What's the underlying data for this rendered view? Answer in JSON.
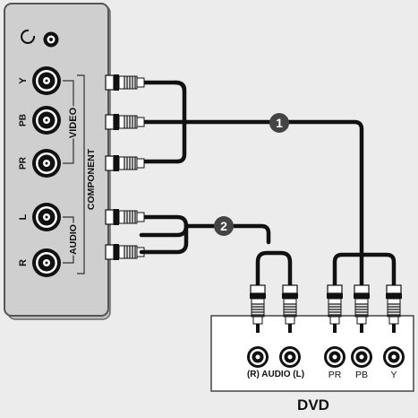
{
  "tv_panel": {
    "jack_labels": [
      "Y",
      "PB",
      "PR",
      "L",
      "R"
    ],
    "group_labels": {
      "video": "VIDEO",
      "component": "COMPONENT",
      "audio": "AUDIO"
    }
  },
  "callouts": {
    "video": "1",
    "audio": "2"
  },
  "dvd_box": {
    "audio_label": "(R) AUDIO (L)",
    "video_labels": {
      "pr": "PR",
      "pb": "PB",
      "y": "Y"
    },
    "device_label": "DVD"
  },
  "colors": {
    "panel": "#c9c9c9",
    "cable": "#111111",
    "background": "#ececec"
  }
}
